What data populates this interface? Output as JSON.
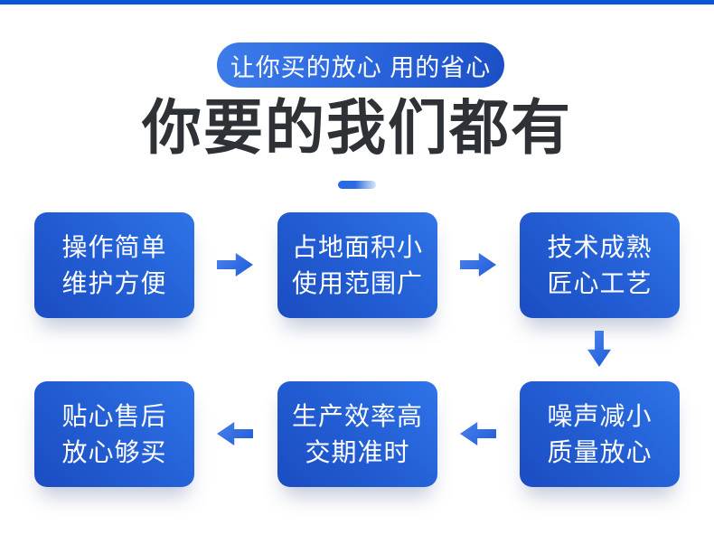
{
  "banner": {
    "badge": "让你买的放心 用的省心",
    "title": "你要的我们都有"
  },
  "flow": {
    "boxes": [
      {
        "line1": "操作简单",
        "line2": "维护方便"
      },
      {
        "line1": "占地面积小",
        "line2": "使用范围广"
      },
      {
        "line1": "技术成熟",
        "line2": "匠心工艺"
      },
      {
        "line1": "噪声减小",
        "line2": "质量放心"
      },
      {
        "line1": "生产效率高",
        "line2": "交期准时"
      },
      {
        "line1": "贴心售后",
        "line2": "放心够买"
      }
    ],
    "arrow_sequence": [
      "right",
      "right",
      "down",
      "left",
      "left"
    ]
  },
  "colors": {
    "top_bar": "#0b57dc",
    "badge_gradient_start": "#3e7cea",
    "badge_gradient_end": "#1c4fc6",
    "box_gradient_start": "#1b4cc2",
    "box_gradient_end": "#2f74e8",
    "arrow_blue": "#2b6fe4",
    "title_text": "#2e3136",
    "box_text": "#ffffff",
    "dash_gradient_start": "#2a69e2",
    "dash_gradient_end": "#d9e5fa"
  }
}
